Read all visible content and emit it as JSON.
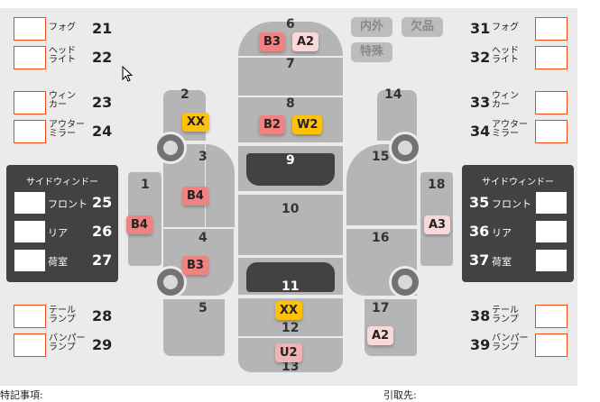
{
  "left_lamps": [
    {
      "label": "フォグ",
      "num": "21"
    },
    {
      "label": "ヘッド\nライト",
      "num": "22"
    },
    {
      "label": "ウィン\nカー",
      "num": "23"
    },
    {
      "label": "アウター\nミラー",
      "num": "24"
    },
    {
      "label": "テール\nランプ",
      "num": "28"
    },
    {
      "label": "バンパー\nランプ",
      "num": "29"
    }
  ],
  "right_lamps": [
    {
      "label": "フォグ",
      "num": "31"
    },
    {
      "label": "ヘッド\nライト",
      "num": "32"
    },
    {
      "label": "ウィン\nカー",
      "num": "33"
    },
    {
      "label": "アウター\nミラー",
      "num": "34"
    },
    {
      "label": "テール\nランプ",
      "num": "38"
    },
    {
      "label": "バンパー\nランプ",
      "num": "39"
    }
  ],
  "left_window": {
    "title": "サイドウィンドー",
    "items": [
      {
        "label": "フロント",
        "num": "25"
      },
      {
        "label": "リア",
        "num": "26"
      },
      {
        "label": "荷室",
        "num": "27"
      }
    ]
  },
  "right_window": {
    "title": "サイドウィンドー",
    "items": [
      {
        "label": "フロント",
        "num": "35"
      },
      {
        "label": "リア",
        "num": "36"
      },
      {
        "label": "荷室",
        "num": "37"
      }
    ]
  },
  "tags": [
    "内外",
    "欠品",
    "特殊"
  ],
  "parts": [
    "1",
    "2",
    "3",
    "4",
    "5",
    "6",
    "7",
    "8",
    "9",
    "10",
    "11",
    "12",
    "13",
    "14",
    "15",
    "16",
    "17",
    "18"
  ],
  "badges": [
    {
      "text": "B3",
      "color": "#f08282"
    },
    {
      "text": "A2",
      "color": "#f8d8d8"
    },
    {
      "text": "B2",
      "color": "#f08282"
    },
    {
      "text": "W2",
      "color": "#ffc107"
    },
    {
      "text": "XX",
      "color": "#ffc107"
    },
    {
      "text": "U2",
      "color": "#f0b2b2"
    },
    {
      "text": "XX",
      "color": "#ffc107"
    },
    {
      "text": "B4",
      "color": "#f08282"
    },
    {
      "text": "B4",
      "color": "#f08282"
    },
    {
      "text": "B3",
      "color": "#f08282"
    },
    {
      "text": "A3",
      "color": "#f8d8d8"
    },
    {
      "text": "A2",
      "color": "#f8d8d8"
    }
  ],
  "footer": {
    "notes": "特記事項:",
    "pickup": "引取先:"
  }
}
